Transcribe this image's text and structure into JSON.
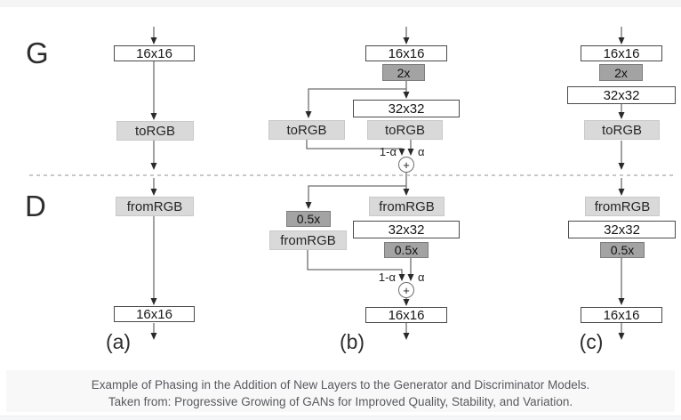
{
  "figure": {
    "section_labels": {
      "generator": "G",
      "discriminator": "D"
    },
    "panel_labels": {
      "a": "(a)",
      "b": "(b)",
      "c": "(c)"
    },
    "boxes": {
      "res16": "16x16",
      "res32": "32x32",
      "upsample": "2x",
      "downsample": "0.5x",
      "torgb": "toRGB",
      "fromrgb": "fromRGB"
    },
    "blend": {
      "one_minus_alpha": "1-α",
      "alpha": "α",
      "plus": "+"
    },
    "colors": {
      "io_box_fill": "#ffffff",
      "io_box_border": "#4a4a4a",
      "rgb_box_fill": "#d9d9d9",
      "scale_box_fill": "#a3a3a3",
      "connector_line": "#6e6e6e",
      "arrowhead": "#2a2a2a",
      "separator_dash": "#b5b5b5",
      "caption_bg": "#f8f8f9",
      "caption_text": "#595a5e"
    }
  },
  "caption": {
    "line1": "Example of Phasing in the Addition of New Layers to the Generator and Discriminator Models.",
    "line2": "Taken from: Progressive Growing of GANs for Improved Quality, Stability, and Variation."
  }
}
